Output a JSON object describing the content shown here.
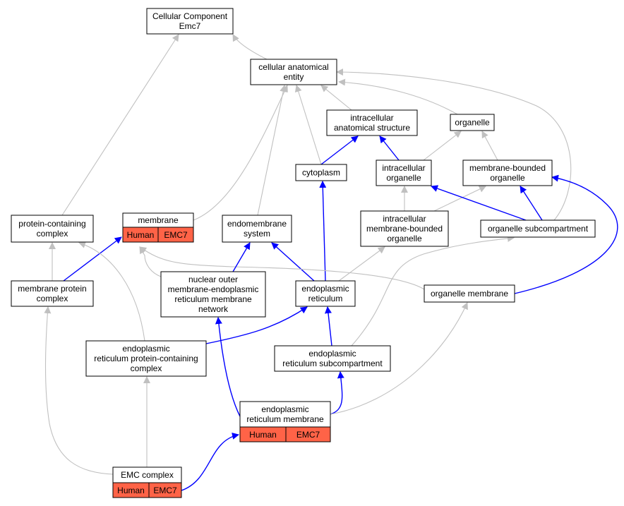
{
  "colors": {
    "is_a_edge": "#c0c0c0",
    "part_of_edge": "#0000ff",
    "node_fill": "#ffffff",
    "node_stroke": "#000000",
    "annotation_fill": "#ff6347"
  },
  "nodes": [
    {
      "id": "cc_emc7",
      "lines": [
        "Cellular Component",
        "Emc7"
      ]
    },
    {
      "id": "cellular_anatomical_entity",
      "lines": [
        "cellular anatomical",
        "entity"
      ]
    },
    {
      "id": "intracellular_anatomical_structure",
      "lines": [
        "intracellular",
        "anatomical structure"
      ]
    },
    {
      "id": "organelle",
      "lines": [
        "organelle"
      ]
    },
    {
      "id": "cytoplasm",
      "lines": [
        "cytoplasm"
      ]
    },
    {
      "id": "intracellular_organelle",
      "lines": [
        "intracellular",
        "organelle"
      ]
    },
    {
      "id": "membrane_bounded_organelle",
      "lines": [
        "membrane-bounded",
        "organelle"
      ]
    },
    {
      "id": "protein_containing_complex",
      "lines": [
        "protein-containing",
        "complex"
      ]
    },
    {
      "id": "membrane",
      "lines": [
        "membrane"
      ],
      "tags": [
        "Human",
        "EMC7"
      ]
    },
    {
      "id": "endomembrane_system",
      "lines": [
        "endomembrane",
        "system"
      ]
    },
    {
      "id": "intracellular_membrane_bounded_organelle",
      "lines": [
        "intracellular",
        "membrane-bounded",
        "organelle"
      ]
    },
    {
      "id": "organelle_subcompartment",
      "lines": [
        "organelle subcompartment"
      ]
    },
    {
      "id": "membrane_protein_complex",
      "lines": [
        "membrane protein",
        "complex"
      ]
    },
    {
      "id": "nuclear_outer_membrane_er_network",
      "lines": [
        "nuclear outer",
        "membrane-endoplasmic",
        "reticulum membrane",
        "network"
      ]
    },
    {
      "id": "endoplasmic_reticulum",
      "lines": [
        "endoplasmic",
        "reticulum"
      ]
    },
    {
      "id": "organelle_membrane",
      "lines": [
        "organelle membrane"
      ]
    },
    {
      "id": "er_protein_containing_complex",
      "lines": [
        "endoplasmic",
        "reticulum protein-containing",
        "complex"
      ]
    },
    {
      "id": "er_subcompartment",
      "lines": [
        "endoplasmic",
        "reticulum subcompartment"
      ]
    },
    {
      "id": "er_membrane",
      "lines": [
        "endoplasmic",
        "reticulum membrane"
      ],
      "tags": [
        "Human",
        "EMC7"
      ]
    },
    {
      "id": "emc_complex",
      "lines": [
        "EMC complex"
      ],
      "tags": [
        "Human",
        "EMC7"
      ]
    }
  ],
  "edges": [
    {
      "from": "cellular_anatomical_entity",
      "to": "cc_emc7",
      "type": "is_a"
    },
    {
      "from": "protein_containing_complex",
      "to": "cc_emc7",
      "type": "is_a"
    },
    {
      "from": "intracellular_anatomical_structure",
      "to": "cellular_anatomical_entity",
      "type": "is_a"
    },
    {
      "from": "organelle",
      "to": "cellular_anatomical_entity",
      "type": "is_a"
    },
    {
      "from": "organelle_subcompartment",
      "to": "cellular_anatomical_entity",
      "type": "is_a"
    },
    {
      "from": "cytoplasm",
      "to": "cellular_anatomical_entity",
      "type": "is_a"
    },
    {
      "from": "membrane",
      "to": "cellular_anatomical_entity",
      "type": "is_a"
    },
    {
      "from": "endomembrane_system",
      "to": "cellular_anatomical_entity",
      "type": "is_a"
    },
    {
      "from": "cytoplasm",
      "to": "intracellular_anatomical_structure",
      "type": "part_of"
    },
    {
      "from": "intracellular_organelle",
      "to": "intracellular_anatomical_structure",
      "type": "part_of"
    },
    {
      "from": "intracellular_organelle",
      "to": "organelle",
      "type": "is_a"
    },
    {
      "from": "membrane_bounded_organelle",
      "to": "organelle",
      "type": "is_a"
    },
    {
      "from": "intracellular_membrane_bounded_organelle",
      "to": "intracellular_organelle",
      "type": "is_a"
    },
    {
      "from": "intracellular_membrane_bounded_organelle",
      "to": "membrane_bounded_organelle",
      "type": "is_a"
    },
    {
      "from": "organelle_subcompartment",
      "to": "intracellular_organelle",
      "type": "part_of"
    },
    {
      "from": "organelle_subcompartment",
      "to": "membrane_bounded_organelle",
      "type": "part_of"
    },
    {
      "from": "organelle_membrane",
      "to": "membrane_bounded_organelle",
      "type": "part_of"
    },
    {
      "from": "endoplasmic_reticulum",
      "to": "cytoplasm",
      "type": "part_of"
    },
    {
      "from": "endoplasmic_reticulum",
      "to": "intracellular_membrane_bounded_organelle",
      "type": "is_a"
    },
    {
      "from": "endoplasmic_reticulum",
      "to": "endomembrane_system",
      "type": "part_of"
    },
    {
      "from": "membrane_protein_complex",
      "to": "protein_containing_complex",
      "type": "is_a"
    },
    {
      "from": "membrane_protein_complex",
      "to": "membrane",
      "type": "part_of"
    },
    {
      "from": "er_protein_containing_complex",
      "to": "protein_containing_complex",
      "type": "is_a"
    },
    {
      "from": "nuclear_outer_membrane_er_network",
      "to": "membrane",
      "type": "is_a"
    },
    {
      "from": "organelle_membrane",
      "to": "membrane",
      "type": "is_a"
    },
    {
      "from": "nuclear_outer_membrane_er_network",
      "to": "endomembrane_system",
      "type": "part_of"
    },
    {
      "from": "er_protein_containing_complex",
      "to": "endoplasmic_reticulum",
      "type": "part_of"
    },
    {
      "from": "er_subcompartment",
      "to": "endoplasmic_reticulum",
      "type": "part_of"
    },
    {
      "from": "er_subcompartment",
      "to": "organelle_subcompartment",
      "type": "is_a"
    },
    {
      "from": "er_membrane",
      "to": "nuclear_outer_membrane_er_network",
      "type": "part_of"
    },
    {
      "from": "er_membrane",
      "to": "er_subcompartment",
      "type": "part_of"
    },
    {
      "from": "er_membrane",
      "to": "organelle_membrane",
      "type": "is_a"
    },
    {
      "from": "emc_complex",
      "to": "er_protein_containing_complex",
      "type": "is_a"
    },
    {
      "from": "emc_complex",
      "to": "membrane_protein_complex",
      "type": "is_a"
    },
    {
      "from": "emc_complex",
      "to": "er_membrane",
      "type": "part_of"
    }
  ]
}
